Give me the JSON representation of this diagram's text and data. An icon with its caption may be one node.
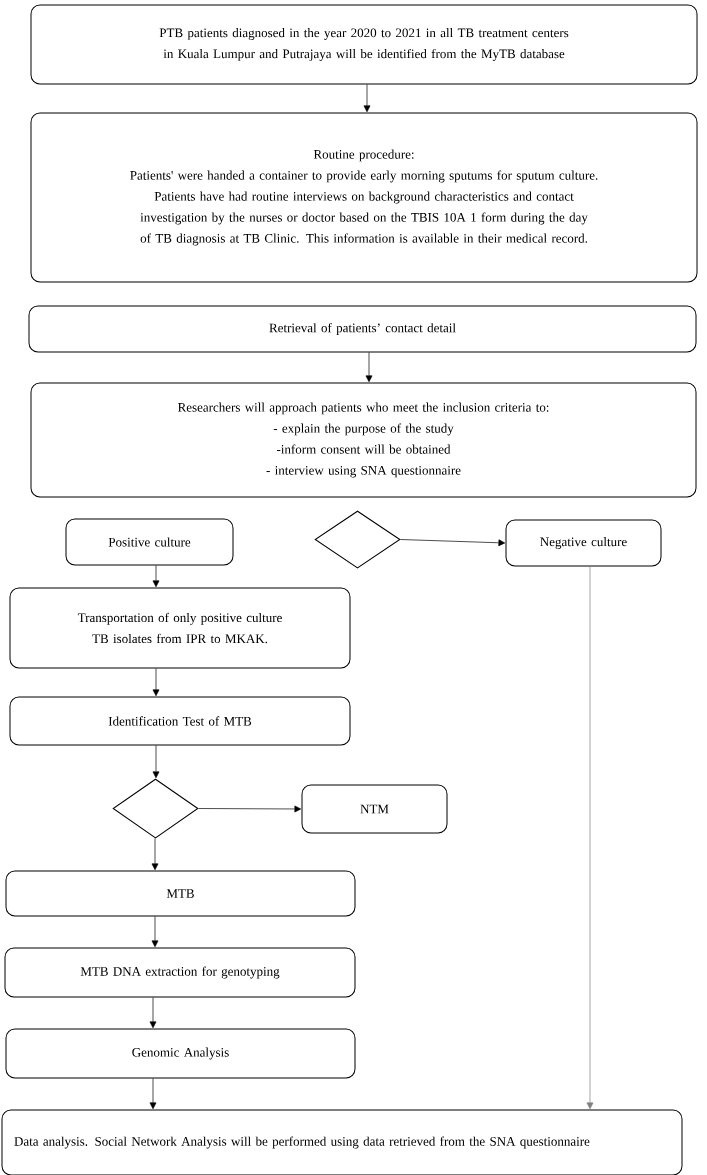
{
  "diagram": {
    "nodes": [
      {
        "text": [
          "PTB patients diagnosed in the year 2020 to 2021 in all TB treatment centers in Kuala Lumpur and Putrajaya will be identified from the MyTB database"
        ]
      },
      {
        "text": [
          "Routine procedure:",
          "Patients' were handed a container to provide early morning sputums for sputum culture.",
          "Patients have had routine interviews on background characteristics and contact investigation by the nurses or doctor based on the TBIS 10A 1 form during the day of TB diagnosis at TB Clinic. This information is available in their medical record."
        ]
      },
      {
        "text": [
          "Retrieval of patients’ contact detail"
        ]
      },
      {
        "text": [
          "Researchers will approach patients who meet the inclusion criteria to:",
          "- explain the purpose of the study",
          "-inform consent will be obtained",
          "- interview using SNA questionnaire"
        ]
      },
      {
        "text": [
          "Positive culture"
        ]
      },
      {
        "text": [],
        "shape": "diamond"
      },
      {
        "text": [
          "Negative culture"
        ]
      },
      {
        "text": [
          "Transportation of only positive culture TB isolates from IPR to MKAK."
        ]
      },
      {
        "text": [
          "Identification Test of MTB"
        ]
      },
      {
        "text": [],
        "shape": "diamond"
      },
      {
        "text": [
          "NTM"
        ]
      },
      {
        "text": [
          "MTB"
        ]
      },
      {
        "text": [
          "MTB DNA extraction for genotyping"
        ]
      },
      {
        "text": [
          "Genomic Analysis"
        ]
      },
      {
        "text": [
          "Data analysis. Social Network Analysis will be performed using data retrieved from the SNA questionnaire"
        ]
      }
    ],
    "edges": [
      {
        "from": 0,
        "to": 1,
        "arrow": "to"
      },
      {
        "from": 2,
        "to": 3,
        "arrow": "to"
      },
      {
        "from": 5,
        "to": 6,
        "arrow": "to"
      },
      {
        "from": 4,
        "to": 7,
        "arrow": "to"
      },
      {
        "from": 7,
        "to": 8,
        "arrow": "to"
      },
      {
        "from": 8,
        "to": 9,
        "arrow": "to"
      },
      {
        "from": 9,
        "to": 10,
        "arrow": "to"
      },
      {
        "from": 9,
        "to": 11,
        "arrow": "to"
      },
      {
        "from": 11,
        "to": 12,
        "arrow": "to"
      },
      {
        "from": 12,
        "to": 13,
        "arrow": "to"
      },
      {
        "from": 13,
        "to": 14,
        "arrow": "to"
      },
      {
        "from": 6,
        "to": 14,
        "arrow": "to",
        "color": "#808080"
      }
    ]
  }
}
